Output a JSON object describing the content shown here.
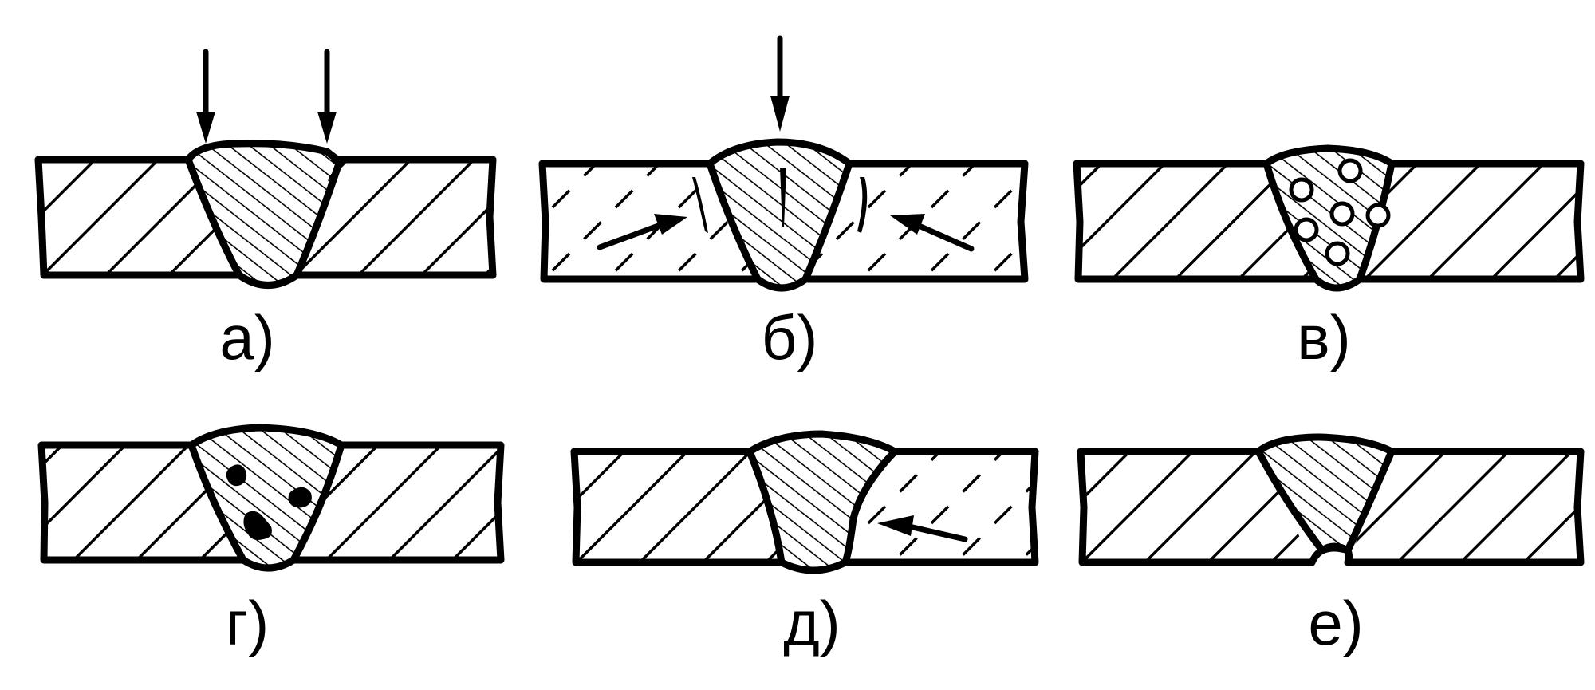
{
  "figure": {
    "panels": [
      {
        "id": "a",
        "label": "а)"
      },
      {
        "id": "b",
        "label": "б)"
      },
      {
        "id": "v",
        "label": "в)"
      },
      {
        "id": "g",
        "label": "г)"
      },
      {
        "id": "d",
        "label": "д)"
      },
      {
        "id": "e",
        "label": "е)"
      }
    ]
  },
  "colors": {
    "ink": "#000000",
    "background": "#ffffff"
  }
}
